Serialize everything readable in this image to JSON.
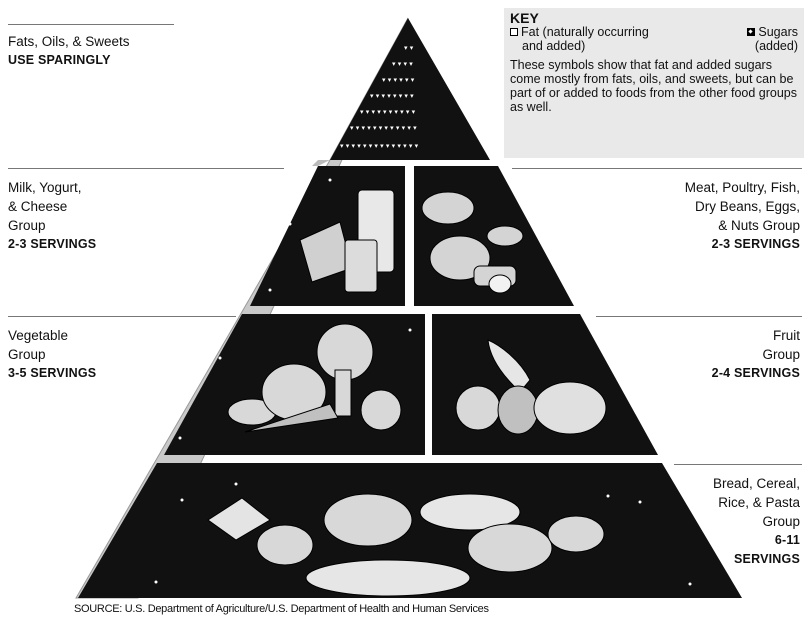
{
  "key": {
    "title": "KEY",
    "fat_label": "Fat (naturally occurring",
    "fat_label_2": "and added)",
    "sugar_label": "Sugars",
    "sugar_label_2": "(added)",
    "description": "These symbols show that fat and added sugars come mostly from fats, oils, and sweets, but can be part of or added to foods from the other food groups as well."
  },
  "groups": {
    "fats": {
      "line1": "Fats, Oils, & Sweets",
      "servings": "USE SPARINGLY"
    },
    "milk": {
      "line1": "Milk, Yogurt,",
      "line2": "& Cheese",
      "line3": "Group",
      "servings": "2-3 SERVINGS"
    },
    "meat": {
      "line1": "Meat, Poultry, Fish,",
      "line2": "Dry Beans, Eggs,",
      "line3": "& Nuts Group",
      "servings": "2-3 SERVINGS"
    },
    "vegetable": {
      "line1": "Vegetable",
      "line2": "Group",
      "servings": "3-5 SERVINGS"
    },
    "fruit": {
      "line1": "Fruit",
      "line2": "Group",
      "servings": "2-4 SERVINGS"
    },
    "bread": {
      "line1": "Bread, Cereal,",
      "line2": "Rice, & Pasta",
      "line3": "Group",
      "servings1": "6-11",
      "servings2": "SERVINGS"
    }
  },
  "source": "SOURCE: U.S. Department of Agriculture/U.S. Department of Health and Human Services",
  "colors": {
    "tier_fill": "#111111",
    "side_face": "#c8c8c8",
    "food_light": "#d8d8d8"
  }
}
